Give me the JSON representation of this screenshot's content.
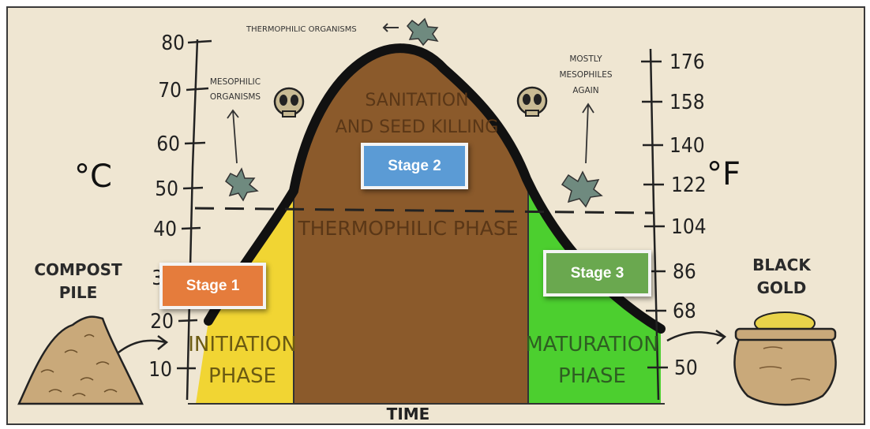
{
  "axes": {
    "celsius_unit": "°C",
    "fahrenheit_unit": "°F",
    "x_label": "TIME",
    "celsius_ticks": [
      "80",
      "70",
      "60",
      "50",
      "40",
      "30",
      "20",
      "10"
    ],
    "fahrenheit_ticks": [
      "176",
      "158",
      "140",
      "122",
      "104",
      "86",
      "68",
      "50"
    ]
  },
  "annotations": {
    "thermophilic_organisms": "THERMOPHILIC ORGANISMS",
    "mesophilic_line1": "MESOPHILIC",
    "mesophilic_line2": "ORGANISMS",
    "mostly_line1": "MOSTLY",
    "mostly_line2": "MESOPHILES",
    "mostly_line3": "AGAIN"
  },
  "phases": {
    "initiation_line1": "INITIATION",
    "initiation_line2": "PHASE",
    "thermophilic": "THERMOPHILIC PHASE",
    "sanitation_line1": "SANITATION",
    "sanitation_line2": "AND SEED KILLING",
    "maturation_line1": "MATURATION",
    "maturation_line2": "PHASE"
  },
  "sides": {
    "compost_line1": "COMPOST",
    "compost_line2": "PILE",
    "black_gold_line1": "BLACK",
    "black_gold_line2": "GOLD"
  },
  "stages": {
    "stage1": "Stage 1",
    "stage2": "Stage 2",
    "stage3": "Stage 3"
  },
  "colors": {
    "background": "#efe6d2",
    "initiation": "#f1d533",
    "thermophilic": "#8b5a2b",
    "maturation": "#4ccf2f",
    "stage1": "#e57c3c",
    "stage2": "#5b9bd5",
    "stage3": "#6aa84f"
  }
}
